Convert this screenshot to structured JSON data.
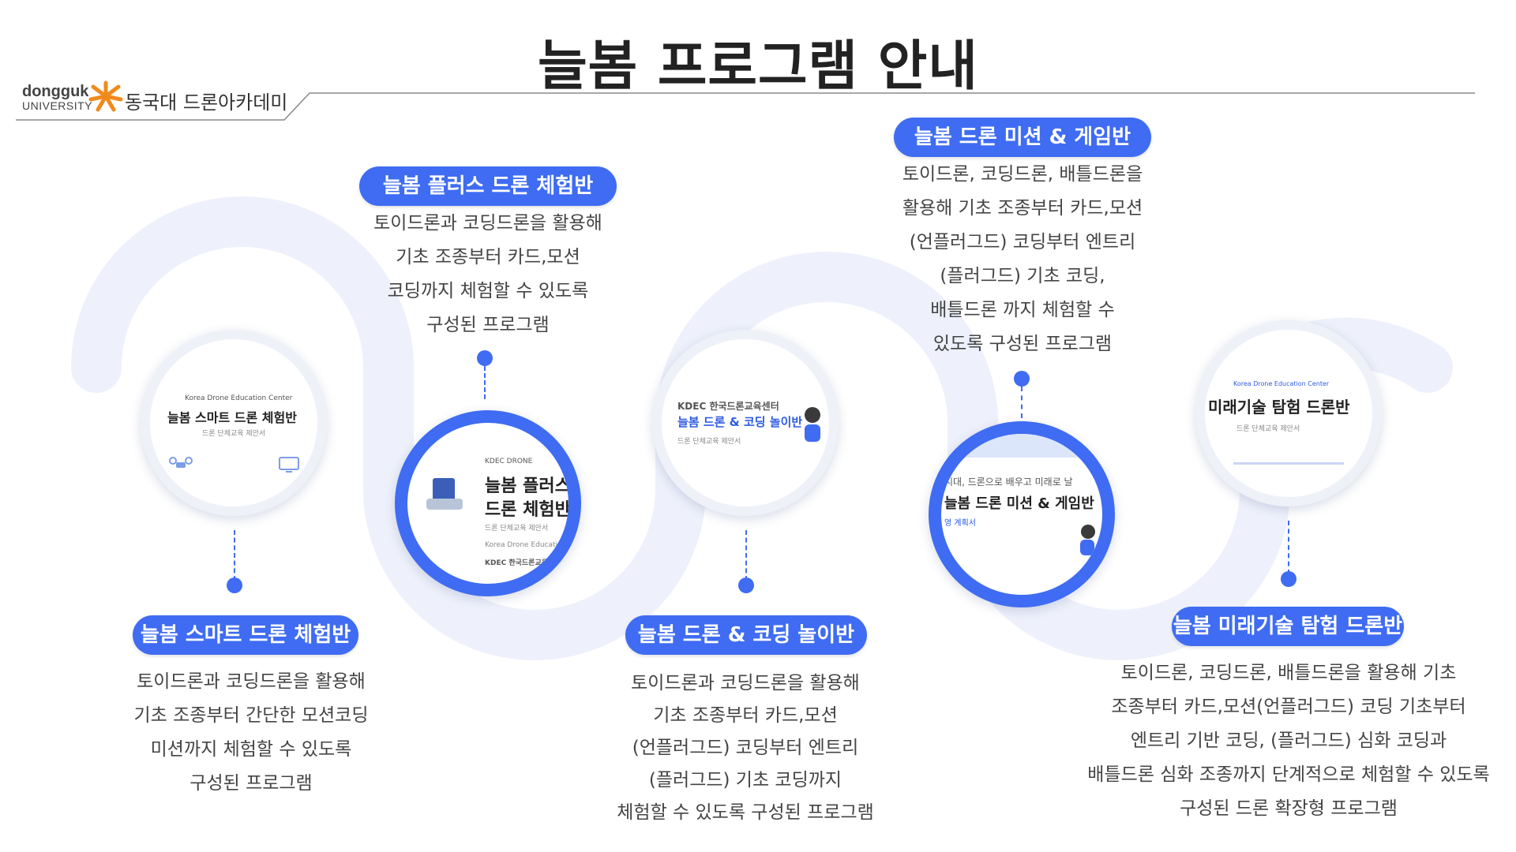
{
  "header": {
    "title": "늘봄 프로그램 안내",
    "logo_wordmark_line1": "dongguk",
    "logo_wordmark_line2": "UNIVERSITY",
    "logo_text": "동국대 드론아카데미"
  },
  "colors": {
    "accent": "#3f6cf2",
    "wave": "#eef1fb",
    "text": "#444444"
  },
  "programs": [
    {
      "pill": "늘봄 스마트 드론 체험반",
      "desc": [
        "토이드론과 코딩드론을 활용해",
        "기초 조종부터 간단한 모션코딩",
        "미션까지 체험할 수 있도록",
        "구성된  프로그램"
      ],
      "thumb": {
        "line1": "Korea Drone Education Center",
        "line2": "늘봄 스마트 드론 체험반",
        "line3": "드론 단체교육 제안서"
      }
    },
    {
      "pill": "늘봄 플러스 드론 체험반",
      "desc": [
        "토이드론과 코딩드론을 활용해",
        "기초 조종부터 카드,모션",
        "코딩까지 체험할 수 있도록",
        "구성된  프로그램"
      ],
      "thumb": {
        "line1": "KDEC DRONE",
        "line2a": "늘봄 플러스",
        "line2b": "드론 체험반",
        "line3": "드론 단체교육 제안서",
        "line4": "Korea Drone Education Center",
        "line5": "KDEC 한국드론교육"
      }
    },
    {
      "pill": "늘봄 드론 & 코딩 놀이반",
      "desc": [
        "토이드론과 코딩드론을 활용해",
        "기초 조종부터 카드,모션",
        "(언플러그드) 코딩부터 엔트리",
        "(플러그드) 기초 코딩까지",
        "체험할 수 있도록 구성된  프로그램"
      ],
      "thumb": {
        "line1": "KDEC 한국드론교육센터",
        "line2": "늘봄 드론 & 코딩 놀이반",
        "line3": "드론 단체교육 제안서"
      }
    },
    {
      "pill": "늘봄 드론 미션 & 게임반",
      "desc": [
        "토이드론, 코딩드론, 배틀드론을",
        "활용해 기초 조종부터 카드,모션",
        "(언플러그드) 코딩부터 엔트리",
        "(플러그드) 기초 코딩,",
        "배틀드론 까지 체험할 수",
        "있도록 구성된  프로그램"
      ],
      "thumb": {
        "line1": "시대, 드론으로 배우고 미래로 날",
        "line2": "늘봄 드론 미션 & 게임반",
        "line3": "영 계획서"
      }
    },
    {
      "pill": "늘봄 미래기술 탐험 드론반",
      "desc": [
        "토이드론, 코딩드론, 배틀드론을 활용해 기초",
        "조종부터 카드,모션(언플러그드) 코딩 기초부터",
        "엔트리 기반 코딩, (플러그드) 심화 코딩과",
        "배틀드론 심화 조종까지  단계적으로 체험할 수 있도록",
        "구성된 드론 확장형 프로그램"
      ],
      "thumb": {
        "line1": "Korea Drone Education Center",
        "line2": "미래기술 탐험 드론반",
        "line3": "드론 단체교육 제안서"
      }
    }
  ]
}
